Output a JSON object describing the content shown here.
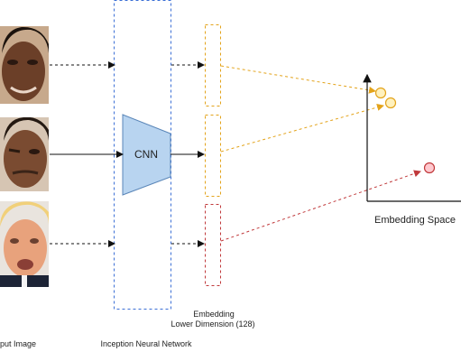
{
  "labels": {
    "input_image": "put Image",
    "network": "Inception Neural Network",
    "cnn": "CNN",
    "embedding_line1": "Embedding",
    "embedding_line2": "Lower Dimension (128)",
    "embedding_space": "Embedding Space"
  },
  "colors": {
    "network_border": "#3b6fd6",
    "cnn_fill": "#b8d4f0",
    "cnn_stroke": "#5a86b8",
    "emb_orange": "#e3a31a",
    "emb_red": "#c0393b",
    "arrow_black": "#111111",
    "point_orange_fill": "#fff1bd",
    "point_red_fill": "#ffc9cf"
  },
  "photos": [
    {
      "name": "face-photo-1",
      "skin": "#6b3f28",
      "hair": "#1c130d",
      "bg": "#c7a98c"
    },
    {
      "name": "face-photo-2",
      "skin": "#7a4b31",
      "hair": "#241912",
      "bg": "#d6c5b3"
    },
    {
      "name": "face-photo-3",
      "skin": "#e8a27c",
      "hair": "#f1d07a",
      "bg": "#e9e4de"
    }
  ],
  "embedding_points": [
    {
      "cluster": "orange",
      "count": 2
    },
    {
      "cluster": "red",
      "count": 1
    }
  ]
}
